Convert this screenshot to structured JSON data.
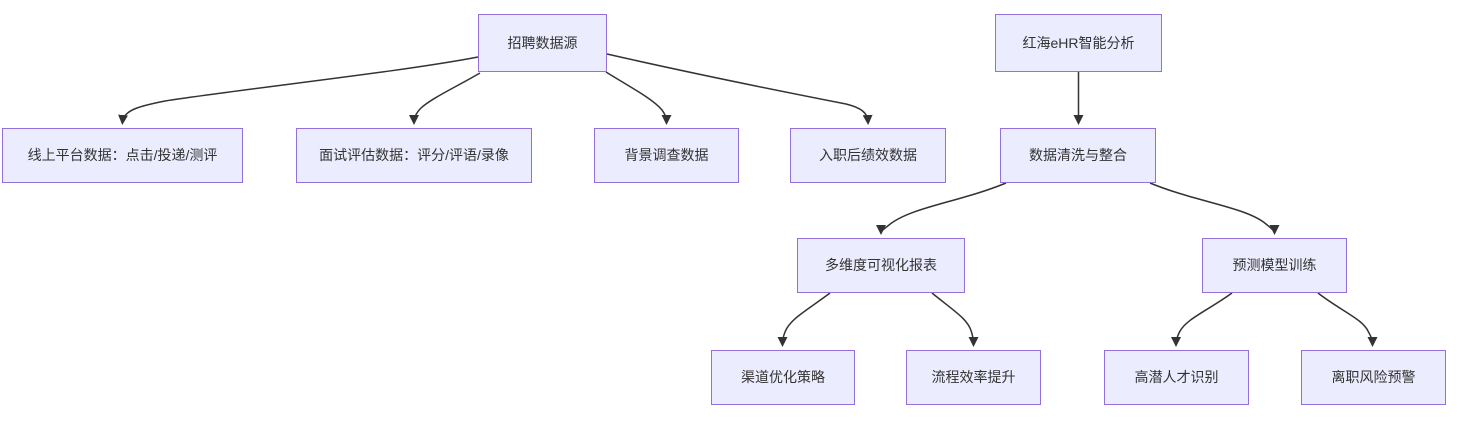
{
  "diagram": {
    "type": "flowchart",
    "direction": "top-down",
    "colors": {
      "node_fill": "#ECECFF",
      "node_border": "#9370DB",
      "edge": "#333333",
      "text": "#333333",
      "background": "#ffffff"
    },
    "nodes": [
      {
        "id": "source",
        "label": "招聘数据源"
      },
      {
        "id": "ehr",
        "label": "红海eHR智能分析"
      },
      {
        "id": "online",
        "label": "线上平台数据：点击/投递/测评"
      },
      {
        "id": "interview",
        "label": "面试评估数据：评分/评语/录像"
      },
      {
        "id": "background",
        "label": "背景调查数据"
      },
      {
        "id": "performance",
        "label": "入职后绩效数据"
      },
      {
        "id": "clean",
        "label": "数据清洗与整合"
      },
      {
        "id": "report",
        "label": "多维度可视化报表"
      },
      {
        "id": "model",
        "label": "预测模型训练"
      },
      {
        "id": "channel",
        "label": "渠道优化策略"
      },
      {
        "id": "process",
        "label": "流程效率提升"
      },
      {
        "id": "potential",
        "label": "高潜人才识别"
      },
      {
        "id": "attrition",
        "label": "离职风险预警"
      }
    ],
    "edges": [
      {
        "from": "source",
        "to": "online"
      },
      {
        "from": "source",
        "to": "interview"
      },
      {
        "from": "source",
        "to": "background"
      },
      {
        "from": "source",
        "to": "performance"
      },
      {
        "from": "ehr",
        "to": "clean"
      },
      {
        "from": "clean",
        "to": "report"
      },
      {
        "from": "clean",
        "to": "model"
      },
      {
        "from": "report",
        "to": "channel"
      },
      {
        "from": "report",
        "to": "process"
      },
      {
        "from": "model",
        "to": "potential"
      },
      {
        "from": "model",
        "to": "attrition"
      }
    ]
  }
}
